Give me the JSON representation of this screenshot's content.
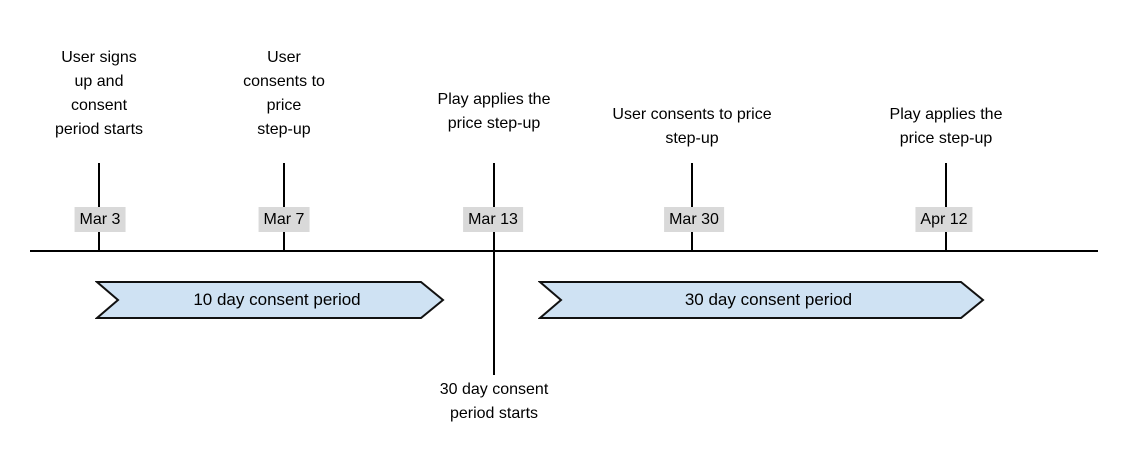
{
  "colors": {
    "background": "#ffffff",
    "text": "#000000",
    "line": "#000000",
    "date_label_bg": "#d9d9d9",
    "period_arrow_fill": "#cfe2f3",
    "period_arrow_border": "#111111"
  },
  "timeline": {
    "events": [
      {
        "date": "Mar 3",
        "label": "User signs up and consent period starts",
        "lines": [
          "User signs",
          "up and",
          "consent",
          "period starts"
        ]
      },
      {
        "date": "Mar 7",
        "label": "User consents to price step-up",
        "lines": [
          "User",
          "consents to",
          "price",
          "step-up"
        ]
      },
      {
        "date": "Mar 13",
        "label": "Play applies the price step-up",
        "lines": [
          "Play applies the",
          "price step-up"
        ],
        "note_below": {
          "label": "30 day consent period starts",
          "lines": [
            "30 day consent",
            "period starts"
          ]
        }
      },
      {
        "date": "Mar 30",
        "label": "User consents to price step-up",
        "lines": [
          "User consents to price",
          "step-up"
        ]
      },
      {
        "date": "Apr 12",
        "label": "Play applies the price step-up",
        "lines": [
          "Play applies the",
          "price step-up"
        ]
      }
    ],
    "periods": [
      {
        "label": "10 day consent period"
      },
      {
        "label": "30 day consent period"
      }
    ]
  }
}
